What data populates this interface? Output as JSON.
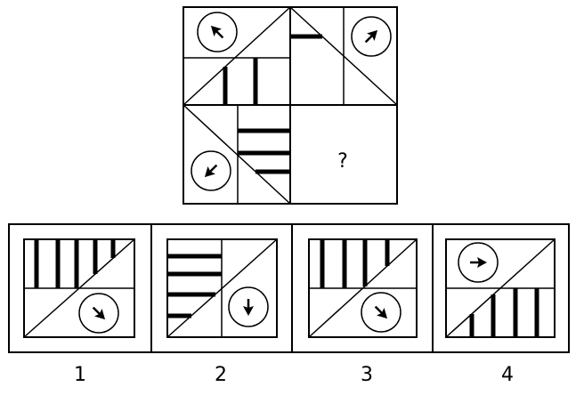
{
  "puzzle": {
    "question_mark": "?",
    "options": [
      {
        "label": "1"
      },
      {
        "label": "2"
      },
      {
        "label": "3"
      },
      {
        "label": "4"
      }
    ]
  },
  "icons": {
    "circle_arrow": "circled-arrow-icon"
  }
}
